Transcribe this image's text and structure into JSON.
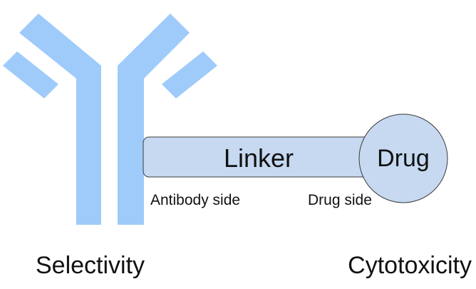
{
  "diagram": {
    "linker_label": "Linker",
    "drug_label": "Drug",
    "antibody_side_label": "Antibody side",
    "drug_side_label": "Drug side",
    "selectivity_label": "Selectivity",
    "cytotoxicity_label": "Cytotoxicity"
  },
  "colors": {
    "antibody": "#9fcbfa",
    "linker_fill": "#c6d9f1",
    "drug_fill": "#c6d9f1",
    "outline": "#3a3a3a",
    "text": "#111111"
  }
}
